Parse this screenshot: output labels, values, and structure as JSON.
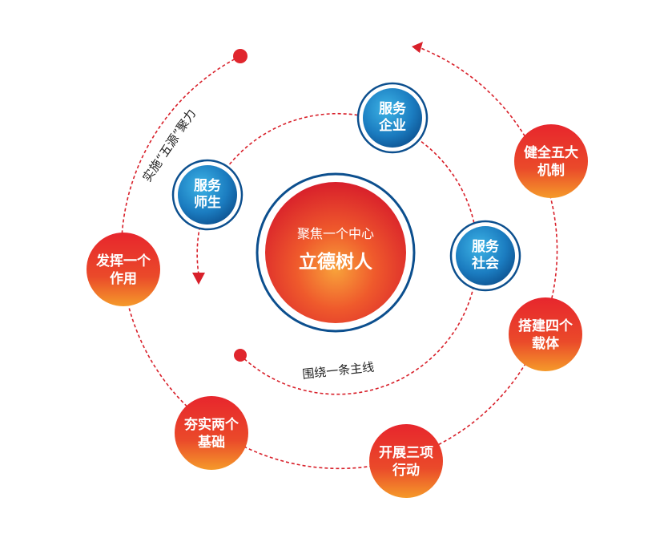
{
  "center": {
    "subtitle": "聚焦一个中心",
    "title": "立德树人"
  },
  "blue_nodes": [
    {
      "name": "service-enterprise-node",
      "lines": [
        "服务",
        "企业"
      ]
    },
    {
      "name": "service-teachers-students-node",
      "lines": [
        "服务",
        "师生"
      ]
    },
    {
      "name": "service-society-node",
      "lines": [
        "服务",
        "社会"
      ]
    }
  ],
  "red_nodes": [
    {
      "name": "five-mechanisms-node",
      "lines": [
        "健全五大",
        "机制"
      ]
    },
    {
      "name": "four-carriers-node",
      "lines": [
        "搭建四个",
        "载体"
      ]
    },
    {
      "name": "three-actions-node",
      "lines": [
        "开展三项",
        "行动"
      ]
    },
    {
      "name": "two-foundations-node",
      "lines": [
        "夯实两个",
        "基础"
      ]
    },
    {
      "name": "one-role-node",
      "lines": [
        "发挥一个",
        "作用"
      ]
    }
  ],
  "arc_labels": {
    "main_line": "围绕一条主线",
    "five_sources": "实施“五源”聚力"
  },
  "colors": {
    "red": "#e42a2a",
    "orange": "#f28a1e",
    "blue_dark": "#0c4f8e",
    "blue_light": "#2aa2dc",
    "dash": "#d8202a"
  }
}
